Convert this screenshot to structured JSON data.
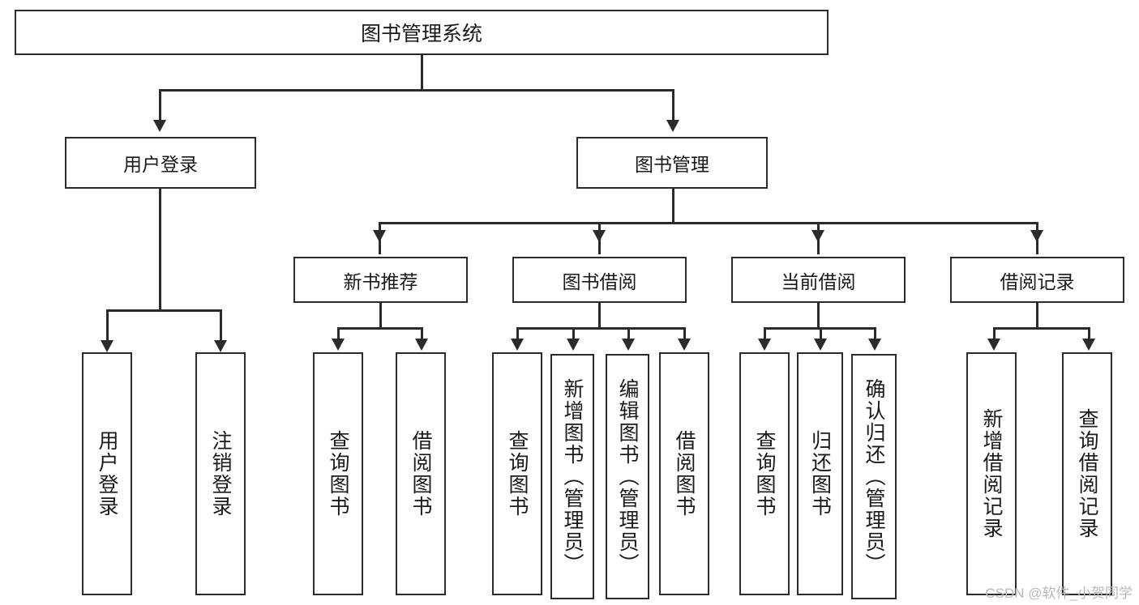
{
  "diagram": {
    "title": "图书管理系统",
    "root": {
      "label": "图书管理系统"
    },
    "level2": [
      {
        "label": "用户登录"
      },
      {
        "label": "图书管理"
      }
    ],
    "level3": [
      {
        "label": "新书推荐"
      },
      {
        "label": "图书借阅"
      },
      {
        "label": "当前借阅"
      },
      {
        "label": "借阅记录"
      }
    ],
    "leaves": [
      {
        "label": "用户登录",
        "parent": "用户登录"
      },
      {
        "label": "注销登录",
        "parent": "用户登录"
      },
      {
        "label": "查询图书",
        "parent": "新书推荐"
      },
      {
        "label": "借阅图书",
        "parent": "新书推荐"
      },
      {
        "label": "查询图书",
        "parent": "图书借阅"
      },
      {
        "label": "新增图书（管理员）",
        "parent": "图书借阅"
      },
      {
        "label": "编辑图书（管理员）",
        "parent": "图书借阅"
      },
      {
        "label": "借阅图书",
        "parent": "图书借阅"
      },
      {
        "label": "查询图书",
        "parent": "当前借阅"
      },
      {
        "label": "归还图书",
        "parent": "当前借阅"
      },
      {
        "label": "确认归还（管理员）",
        "parent": "当前借阅"
      },
      {
        "label": "新增借阅记录",
        "parent": "借阅记录"
      },
      {
        "label": "查询借阅记录",
        "parent": "借阅记录"
      }
    ]
  },
  "watermark": {
    "text": "CSDN @软件_小贺同学"
  },
  "colors": {
    "line": "#2b2b2b",
    "box_fill": "#ffffff",
    "text": "#1a1a1a",
    "watermark": "#b9b9b9",
    "background": "#ffffff"
  }
}
